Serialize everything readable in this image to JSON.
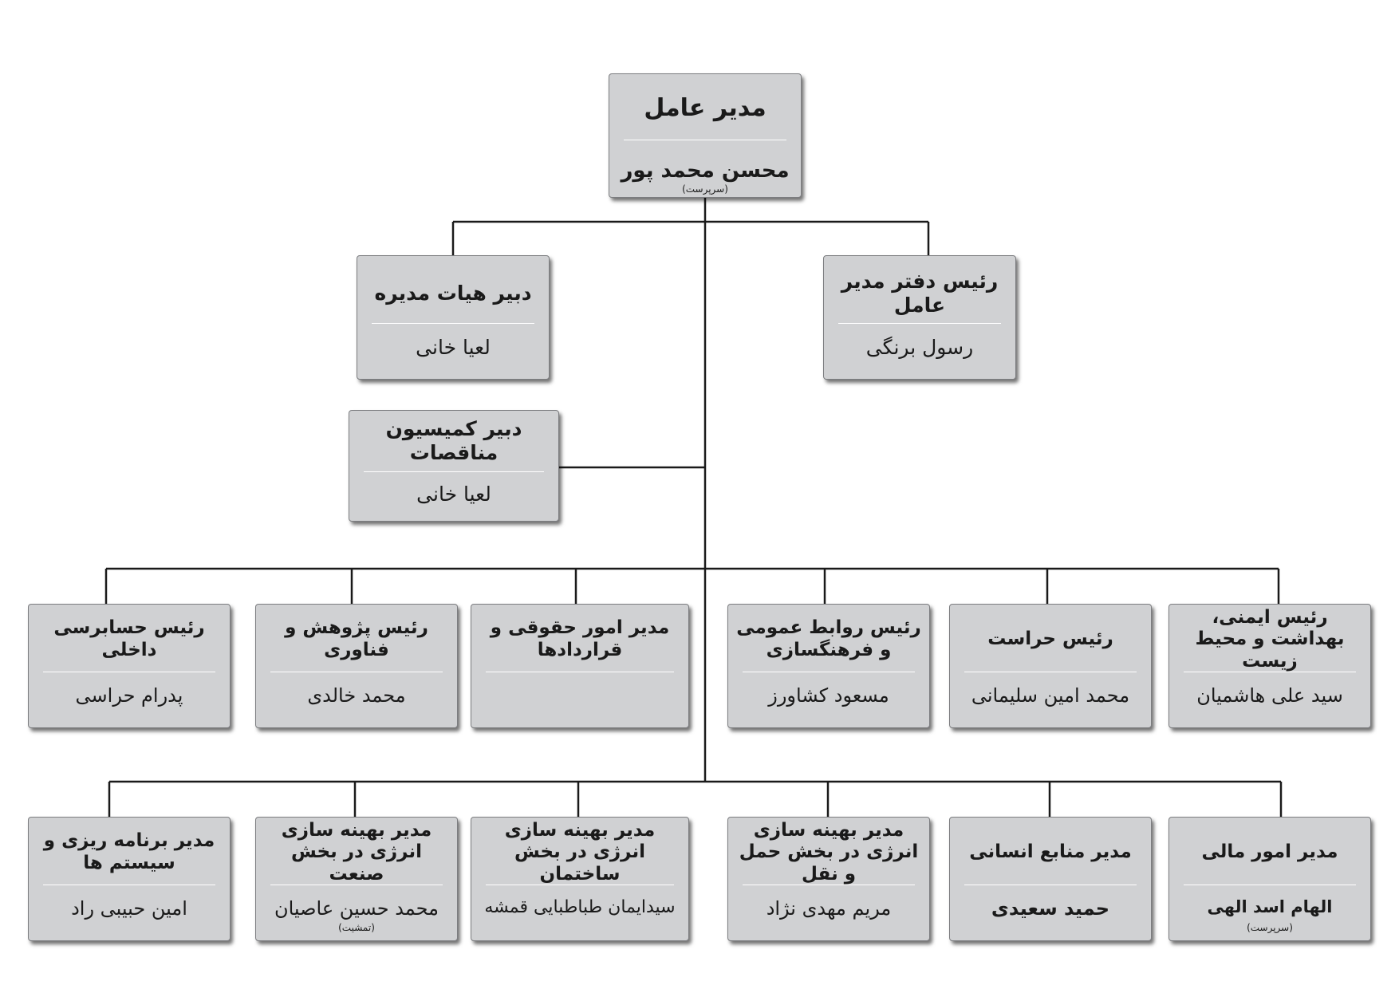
{
  "ceo": {
    "title": "مدیر عامل",
    "name": "محسن محمد پور",
    "note": "(سرپرست)"
  },
  "board_secretary": {
    "title": "دبیر هیات مدیره",
    "name": "لعیا   خانی"
  },
  "ceo_office_head": {
    "title": "رئیس دفتر مدیر عامل",
    "name": "رسول برنگی"
  },
  "tender_secretary": {
    "title": "دبیر کمیسیون مناقصات",
    "name": "لعیا   خانی"
  },
  "row1": [
    {
      "title": "رئیس حسابرسی داخلی",
      "name": "پدرام  حراسی"
    },
    {
      "title": "رئیس پژوهش و فناوری",
      "name": "محمد  خالدی"
    },
    {
      "title": "مدیر امور حقوقی و قراردادها",
      "name": ""
    },
    {
      "title": "رئیس روابط عمومی و فرهنگسازی",
      "name": "مسعود   کشاورز"
    },
    {
      "title": "رئیس حراست",
      "name": "محمد امین سلیمانی"
    },
    {
      "title": "رئیس ایمنی، بهداشت و محیط زیست",
      "name": "سید علی هاشمیان"
    }
  ],
  "row2": [
    {
      "title": "مدیر برنامه ریزی و سیستم ها",
      "name": "امین حبیبی راد",
      "note": ""
    },
    {
      "title": "مدیر بهینه سازی انرژی در بخش صنعت",
      "name": "محمد حسین عاصیان",
      "note": "(تمشیت)"
    },
    {
      "title": "مدیر بهینه سازی انرژی در بخش ساختمان",
      "name": "سیدایمان طباطبایی قمشه",
      "note": ""
    },
    {
      "title": "مدیر بهینه سازی انرژی در بخش حمل و نقل",
      "name": "مریم مهدی نژاد",
      "note": ""
    },
    {
      "title": "مدیر منابع انسانی",
      "name": "حمید سعیدی",
      "note": ""
    },
    {
      "title": "مدیر امور مالی",
      "name": "الهام اسد الهی",
      "note": "(سرپرست)"
    }
  ]
}
